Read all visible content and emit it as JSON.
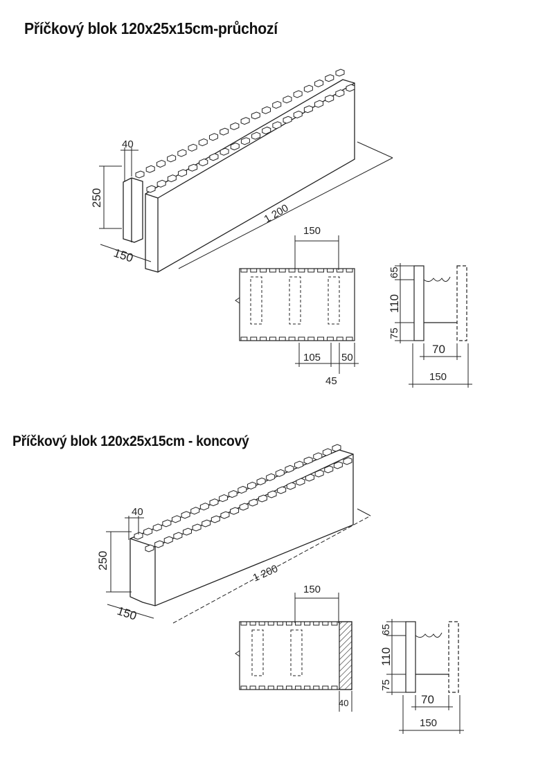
{
  "sections": [
    {
      "title": "Příčkový blok 120x25x15cm-průchozí",
      "iso": {
        "width": "40",
        "height": "250",
        "depth": "150",
        "length": "1 200"
      },
      "plan": {
        "spacing": "150",
        "d1": "105",
        "d2": "45",
        "d3": "50"
      },
      "section": {
        "h1": "65",
        "h2": "110",
        "h3": "75",
        "inner": "70",
        "total": "150"
      }
    },
    {
      "title": "Příčkový blok 120x25x15cm - koncový",
      "iso": {
        "width": "40",
        "height": "250",
        "depth": "150",
        "length": "1 200"
      },
      "plan": {
        "spacing": "150",
        "end": "40"
      },
      "section": {
        "h1": "65",
        "h2": "110",
        "h3": "75",
        "inner": "70",
        "total": "150"
      }
    }
  ]
}
